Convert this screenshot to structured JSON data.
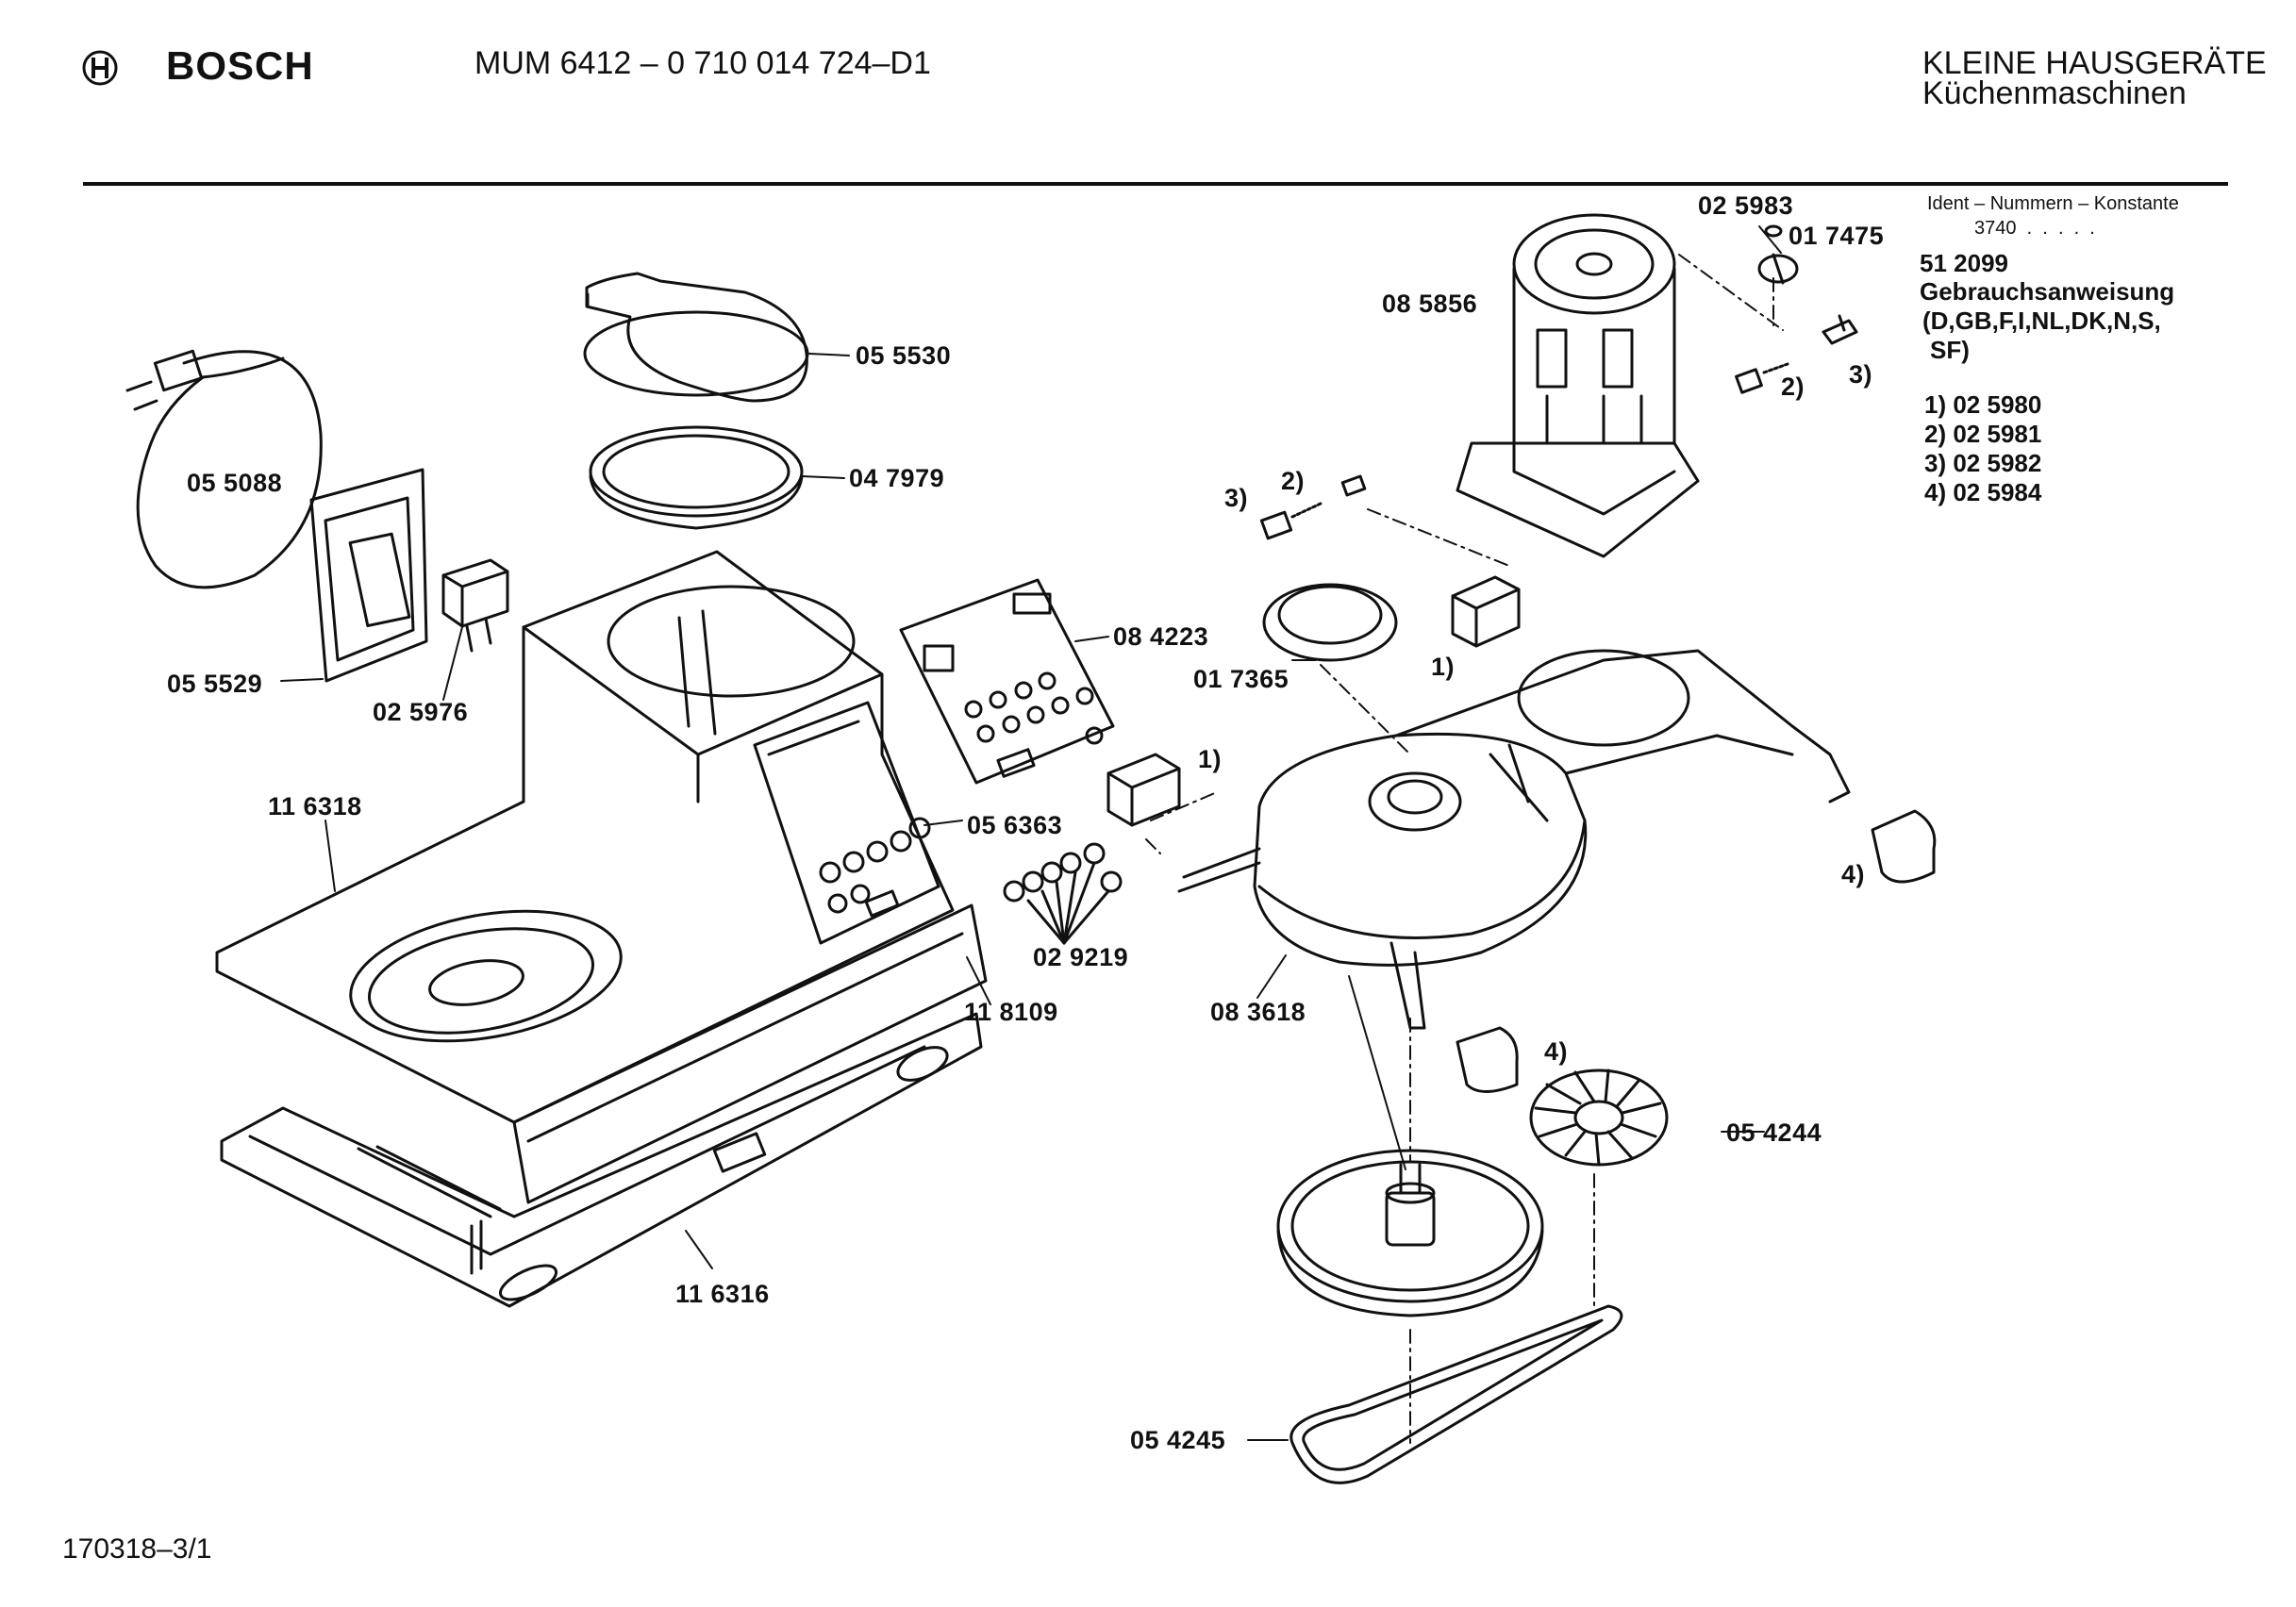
{
  "header": {
    "brand": "BOSCH",
    "model": "MUM 6412 – 0 710 014 724–D1",
    "category": "KLEINE HAUSGERÄTE",
    "subcategory": "Küchenmaschinen"
  },
  "sidebar": {
    "ident_title": "Ident – Nummern – Konstante",
    "ident_value": "3740  .  .  .  .  .",
    "manual_number": "51 2099",
    "manual_title": "Gebrauchsanweisung",
    "manual_languages_1": "(D,GB,F,I,NL,DK,N,S,",
    "manual_languages_2": "SF)",
    "footnotes": [
      "1) 02 5980",
      "2) 02 5981",
      "3) 02 5982",
      "4) 02 5984"
    ]
  },
  "parts": {
    "p055530": "05 5530",
    "p047979": "04 7979",
    "p055088": "05 5088",
    "p055529": "05 5529",
    "p025976": "02 5976",
    "p084223": "08 4223",
    "p116318": "11 6318",
    "p056363": "05 6363",
    "p029219": "02 9219",
    "p118109": "11 8109",
    "p116316": "11 6316",
    "p025983": "02 5983",
    "p017475": "01 7475",
    "p085856": "08 5856",
    "p017365": "01 7365",
    "p083618": "08 3618",
    "p054244": "05 4244",
    "p054245": "05 4245",
    "note_1": "1)",
    "note_2": "2)",
    "note_3": "3)",
    "note_4": "4)"
  },
  "footer": {
    "drawing_number": "170318–3/1"
  }
}
